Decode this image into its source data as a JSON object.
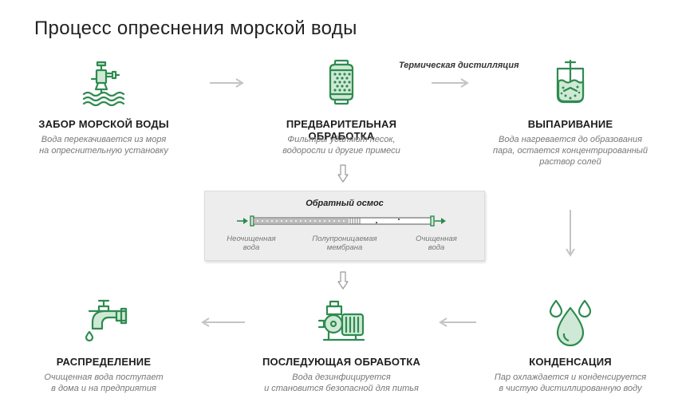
{
  "title": "Процесс опреснения морской воды",
  "thermal_label": "Термическая дистилляция",
  "steps": {
    "intake": {
      "title": "Забор морской воды",
      "desc1": "Вода перекачивается из моря",
      "desc2": "на опреснительную установку",
      "icon": "sea-pump-icon"
    },
    "pretreatment": {
      "title": "Предварительная обработка",
      "desc1": "Фильтры удаляют песок,",
      "desc2": "водоросли и другие примеси",
      "icon": "filter-cartridge-icon"
    },
    "evaporation": {
      "title": "Выпаривание",
      "desc1": "Вода нагревается до образования",
      "desc2": "пара, остается концентрированный",
      "desc3": "раствор солей",
      "icon": "evaporation-tank-icon"
    },
    "condensation": {
      "title": "Конденсация",
      "desc1": "Пар охлаждается и конденсируется",
      "desc2": "в чистую дистиллированную воду",
      "icon": "water-drops-icon"
    },
    "posttreatment": {
      "title": "Последующая обработка",
      "desc1": "Вода дезинфицируется",
      "desc2": "и становится безопасной для питья",
      "icon": "pump-motor-icon"
    },
    "distribution": {
      "title": "Распределение",
      "desc1": "Очищенная вода поступает",
      "desc2": "в дома и на предприятия",
      "icon": "water-tap-icon"
    }
  },
  "reverse_osmosis": {
    "title": "Обратный осмос",
    "raw_water1": "Неочищенная",
    "raw_water2": "вода",
    "membrane1": "Полупроницаемая",
    "membrane2": "мембрана",
    "clean_water1": "Очищенная",
    "clean_water2": "вода"
  },
  "colors": {
    "accent": "#2e8b4f",
    "icon_fill": "#cfe9d6",
    "arrow": "#c4c4c4",
    "text_dark": "#1e1e1e",
    "text_muted": "#777777",
    "box_bg": "#ededed"
  }
}
